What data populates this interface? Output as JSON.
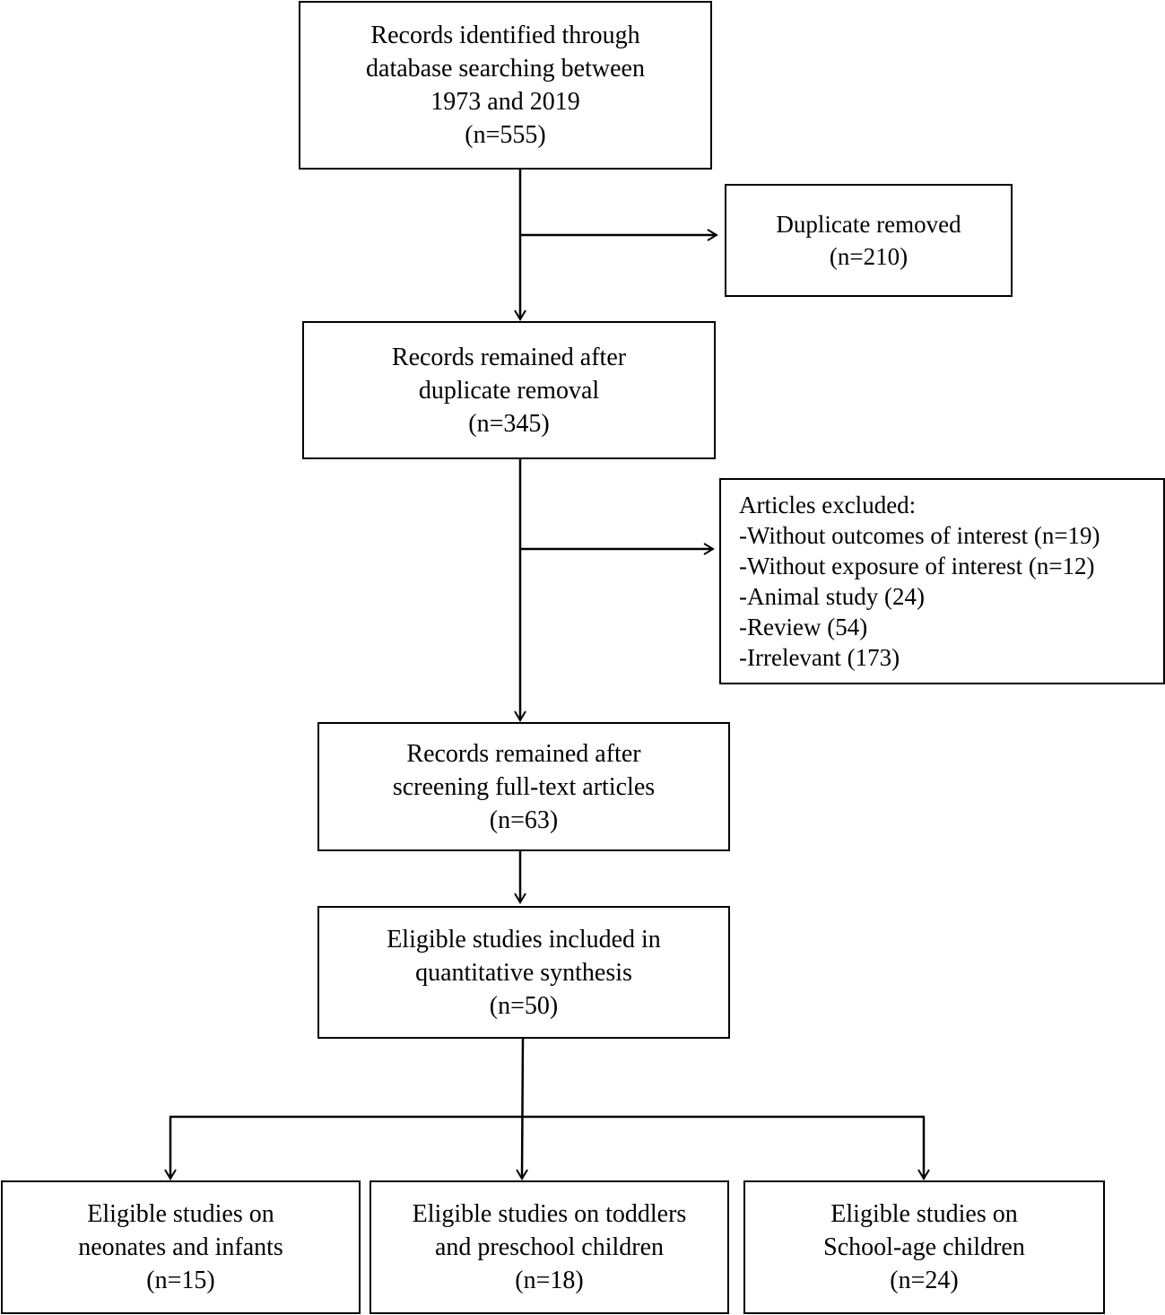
{
  "boxes": {
    "identified": {
      "lines": [
        "Records identified through",
        "database searching between",
        "1973 and 2019",
        "(n=555)"
      ]
    },
    "duplicates": {
      "lines": [
        "Duplicate removed",
        "(n=210)"
      ]
    },
    "after_duplicates": {
      "lines": [
        "Records remained after",
        "duplicate removal",
        "(n=345)"
      ]
    },
    "excluded": {
      "lines": [
        "Articles excluded:",
        "-Without outcomes of interest (n=19)",
        "-Without exposure of interest (n=12)",
        "-Animal study (24)",
        "-Review (54)",
        "-Irrelevant (173)"
      ]
    },
    "after_screening": {
      "lines": [
        "Records remained after",
        "screening full-text articles",
        "(n=63)"
      ]
    },
    "included": {
      "lines": [
        "Eligible studies included in",
        "quantitative synthesis",
        "(n=50)"
      ]
    },
    "neonates": {
      "lines": [
        "Eligible studies on",
        "neonates and infants",
        "(n=15)"
      ]
    },
    "toddlers": {
      "lines": [
        "Eligible studies on toddlers",
        "and preschool children",
        "(n=18)"
      ]
    },
    "school": {
      "lines": [
        "Eligible studies on",
        "School-age children",
        "(n=24)"
      ]
    }
  }
}
